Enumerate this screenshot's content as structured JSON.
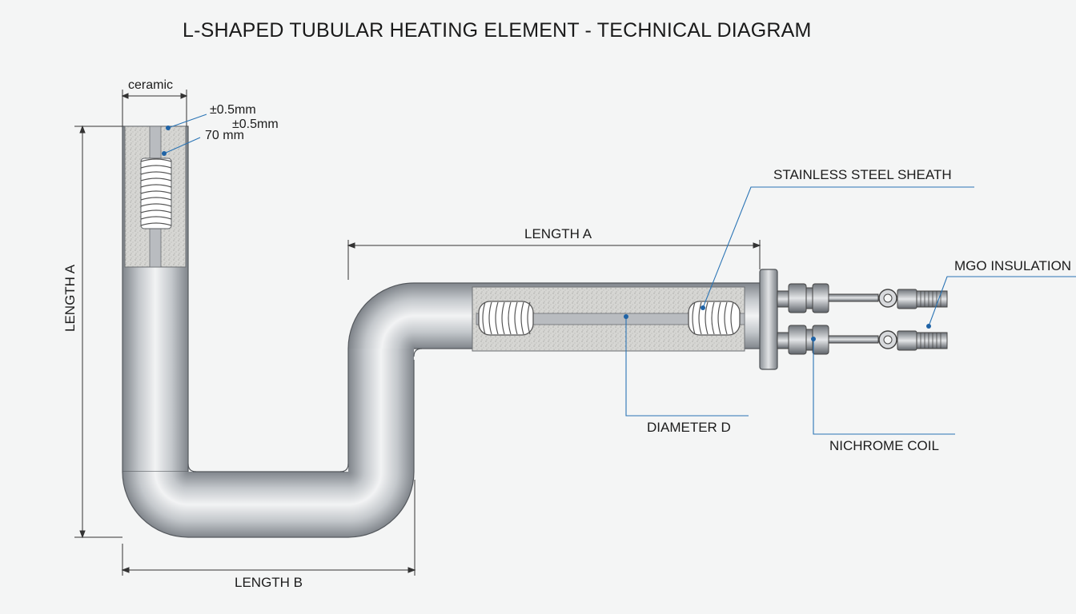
{
  "title": "L-SHAPED TUBULAR HEATING ELEMENT - TECHNICAL DIAGRAM",
  "labels": {
    "ceramic": "ceramic",
    "tol1": "±0.5mm",
    "tol2": "±0.5mm",
    "dim70": "70 mm",
    "length_a_top": "LENGTH A",
    "length_a_left": "LENGTH A",
    "length_b": "LENGTH B",
    "sheath": "STAINLESS STEEL SHEATH",
    "mgo": "MGO INSULATION",
    "diameter": "DIAMETER D",
    "nichrome": "NICHROME COIL"
  },
  "colors": {
    "leader": "#2a74b5",
    "dimension": "#333333",
    "steel_dark": "#7d8288",
    "steel_light": "#e9ebed",
    "insulation": "#d3d3d1"
  }
}
